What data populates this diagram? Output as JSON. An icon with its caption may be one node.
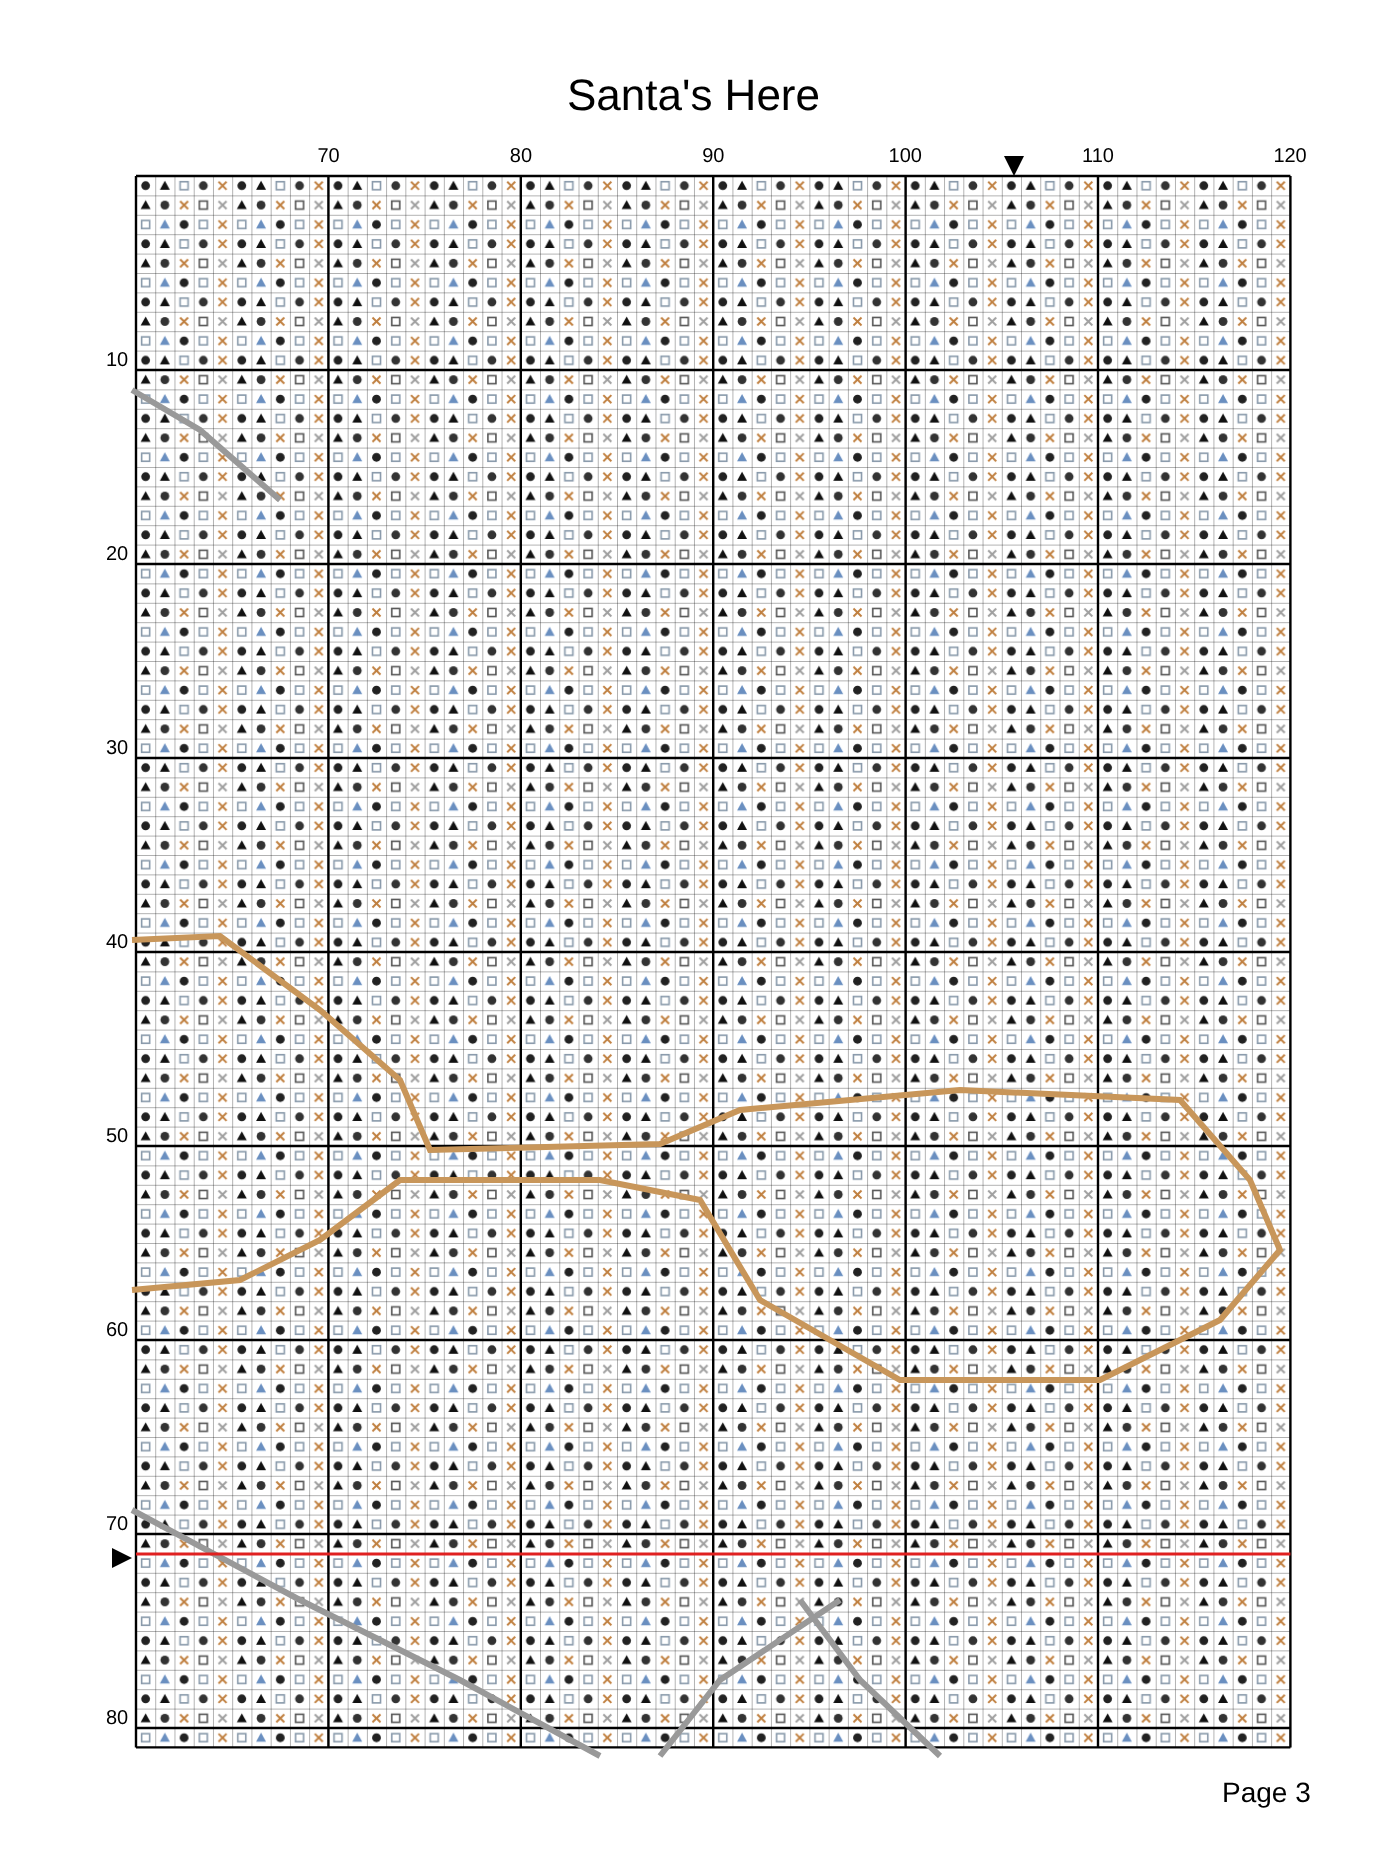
{
  "diagram": {
    "title": "Santa's Here",
    "labels": [
      "70",
      "80",
      "90",
      "100",
      "110",
      "120",
      "10",
      "20",
      "30",
      "40",
      "50",
      "60",
      "70",
      "80",
      "Page 3"
    ]
  }
}
